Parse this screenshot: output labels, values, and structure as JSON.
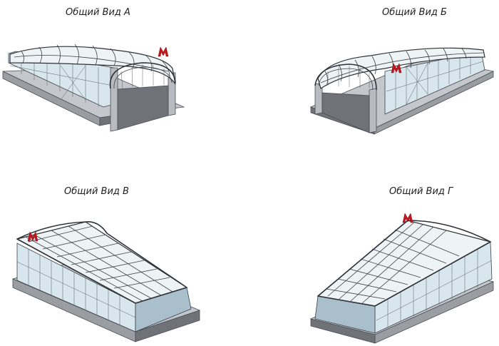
{
  "views": [
    {
      "id": "a",
      "title": "Общий Вид А"
    },
    {
      "id": "b",
      "title": "Общий Вид Б"
    },
    {
      "id": "v",
      "title": "Общий Вид В"
    },
    {
      "id": "g",
      "title": "Общий Вид Г"
    }
  ],
  "icons": {
    "metro_logo": "metro-m-logo-icon"
  },
  "colors": {
    "logo_red": "#c8161d",
    "glass": "#d8e6ee",
    "steel": "#2e3238",
    "concrete": "#9a9ea3"
  }
}
